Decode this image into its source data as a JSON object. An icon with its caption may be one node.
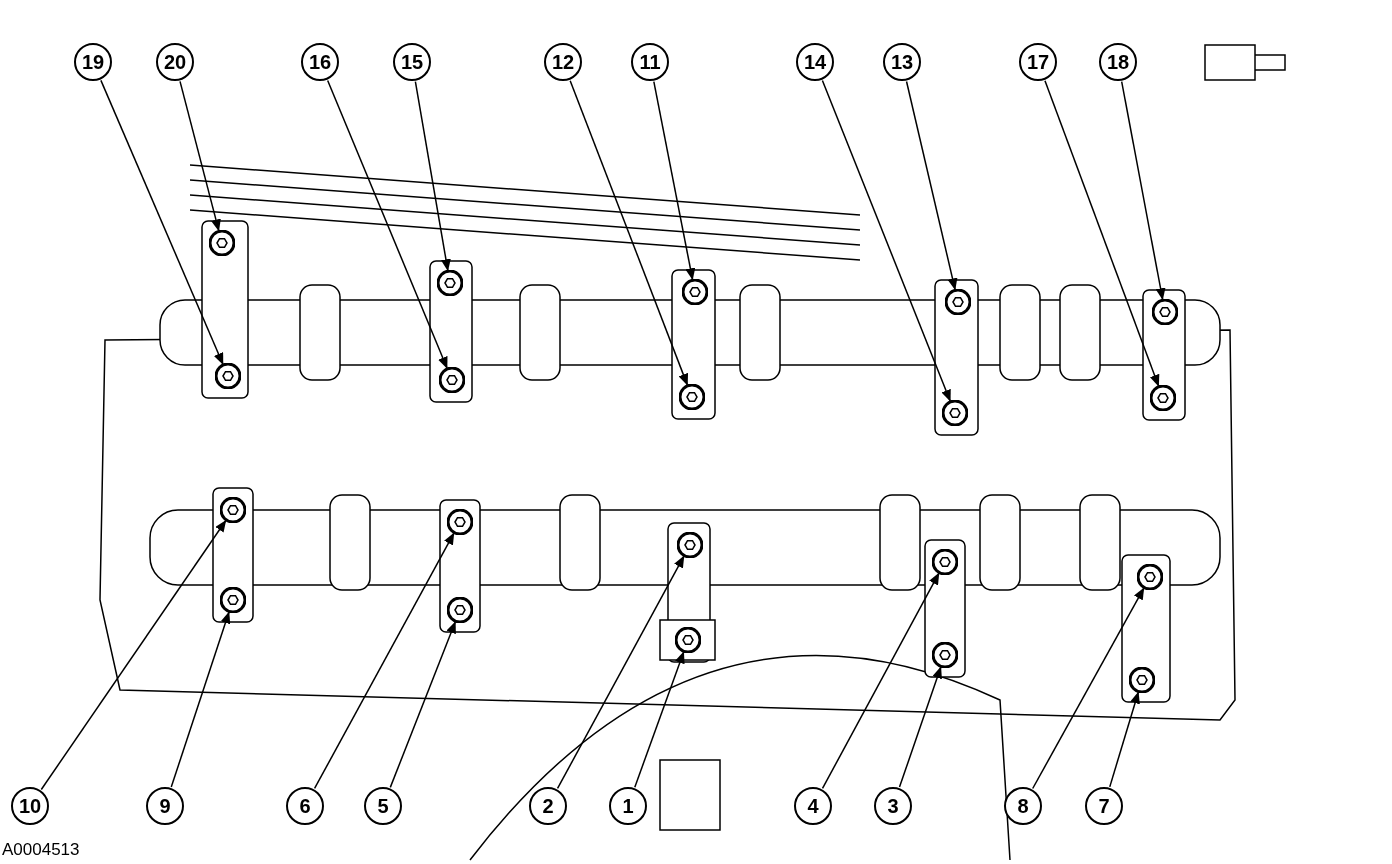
{
  "diagram": {
    "nodes": [
      {
        "text": [
          "19"
        ]
      },
      {
        "text": [
          "20"
        ]
      },
      {
        "text": [
          "16"
        ]
      },
      {
        "text": [
          "15"
        ]
      },
      {
        "text": [
          "12"
        ]
      },
      {
        "text": [
          "11"
        ]
      },
      {
        "text": [
          "14"
        ]
      },
      {
        "text": [
          "13"
        ]
      },
      {
        "text": [
          "17"
        ]
      },
      {
        "text": [
          "18"
        ]
      },
      {
        "text": [
          "10"
        ]
      },
      {
        "text": [
          "9"
        ]
      },
      {
        "text": [
          "6"
        ]
      },
      {
        "text": [
          "5"
        ]
      },
      {
        "text": [
          "2"
        ]
      },
      {
        "text": [
          "1"
        ]
      },
      {
        "text": [
          "4"
        ]
      },
      {
        "text": [
          "3"
        ]
      },
      {
        "text": [
          "8"
        ]
      },
      {
        "text": [
          "7"
        ]
      },
      {
        "text": [],
        "shape": "bolt"
      },
      {
        "text": [],
        "shape": "bolt"
      },
      {
        "text": [],
        "shape": "bolt"
      },
      {
        "text": [],
        "shape": "bolt"
      },
      {
        "text": [],
        "shape": "bolt"
      },
      {
        "text": [],
        "shape": "bolt"
      },
      {
        "text": [],
        "shape": "bolt"
      },
      {
        "text": [],
        "shape": "bolt"
      },
      {
        "text": [],
        "shape": "bolt"
      },
      {
        "text": [],
        "shape": "bolt"
      },
      {
        "text": [],
        "shape": "bolt"
      },
      {
        "text": [],
        "shape": "bolt"
      },
      {
        "text": [],
        "shape": "bolt"
      },
      {
        "text": [],
        "shape": "bolt"
      },
      {
        "text": [],
        "shape": "bolt"
      },
      {
        "text": [],
        "shape": "bolt"
      },
      {
        "text": [],
        "shape": "bolt"
      },
      {
        "text": [],
        "shape": "bolt"
      },
      {
        "text": [],
        "shape": "bolt"
      },
      {
        "text": [],
        "shape": "bolt"
      }
    ],
    "edges": [
      {
        "from": 0,
        "to": 20,
        "arrow": "to"
      },
      {
        "from": 1,
        "to": 21,
        "arrow": "to"
      },
      {
        "from": 2,
        "to": 22,
        "arrow": "to"
      },
      {
        "from": 3,
        "to": 23,
        "arrow": "to"
      },
      {
        "from": 4,
        "to": 24,
        "arrow": "to"
      },
      {
        "from": 5,
        "to": 25,
        "arrow": "to"
      },
      {
        "from": 6,
        "to": 26,
        "arrow": "to"
      },
      {
        "from": 7,
        "to": 27,
        "arrow": "to"
      },
      {
        "from": 8,
        "to": 28,
        "arrow": "to"
      },
      {
        "from": 9,
        "to": 29,
        "arrow": "to"
      },
      {
        "from": 10,
        "to": 30,
        "arrow": "to"
      },
      {
        "from": 11,
        "to": 31,
        "arrow": "to"
      },
      {
        "from": 12,
        "to": 32,
        "arrow": "to"
      },
      {
        "from": 13,
        "to": 33,
        "arrow": "to"
      },
      {
        "from": 14,
        "to": 34,
        "arrow": "to"
      },
      {
        "from": 15,
        "to": 35,
        "arrow": "to"
      },
      {
        "from": 16,
        "to": 36,
        "arrow": "to"
      },
      {
        "from": 17,
        "to": 37,
        "arrow": "to"
      },
      {
        "from": 18,
        "to": 38,
        "arrow": "to"
      },
      {
        "from": 19,
        "to": 39,
        "arrow": "to"
      }
    ],
    "labels": [
      "A0004513"
    ]
  }
}
